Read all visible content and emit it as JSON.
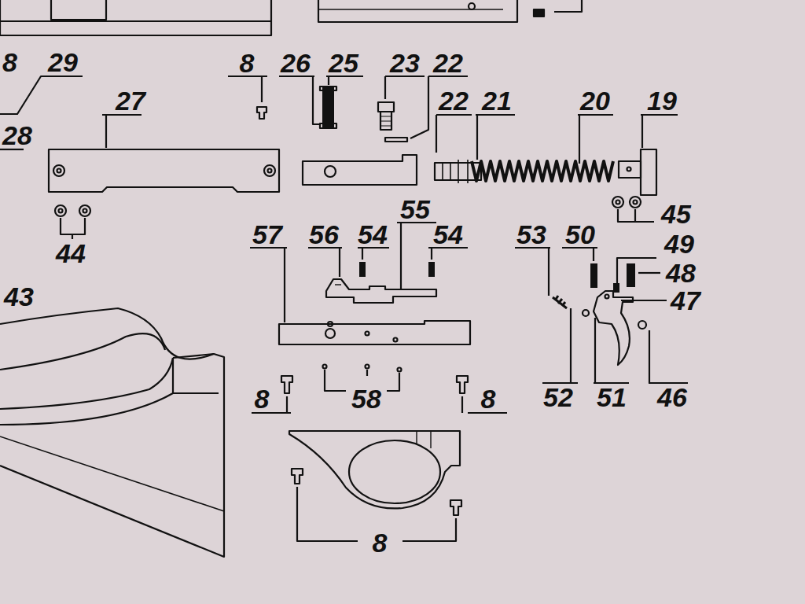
{
  "diagram": {
    "labels": [
      "8",
      "29",
      "8",
      "26",
      "25",
      "23",
      "22",
      "27",
      "22",
      "21",
      "20",
      "19",
      "28",
      "45",
      "55",
      "44",
      "57",
      "56",
      "54",
      "54",
      "53",
      "50",
      "49",
      "48",
      "43",
      "47",
      "52",
      "51",
      "46",
      "8",
      "58",
      "8",
      "8"
    ]
  }
}
